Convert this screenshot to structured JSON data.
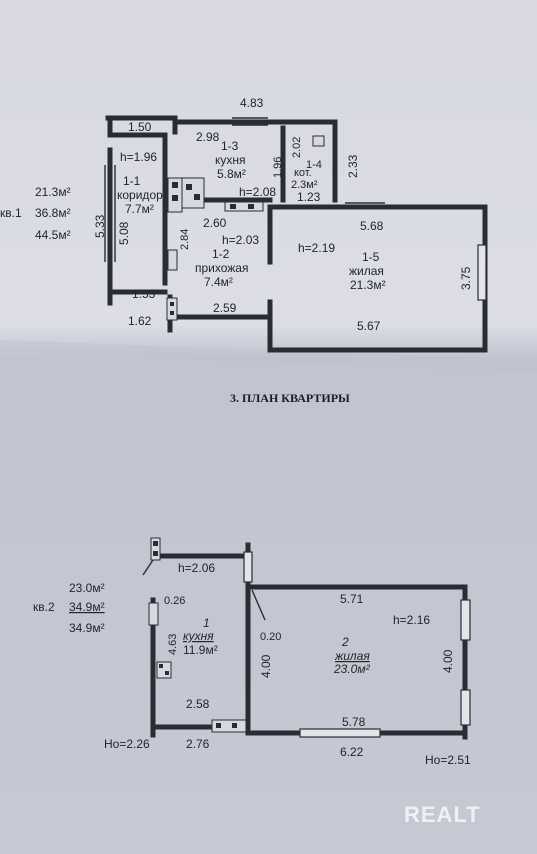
{
  "plan1": {
    "summary": {
      "area_living": "21.3м²",
      "apartment_label": "кв.1",
      "area_useful": "36.8м²",
      "area_total": "44.5м²"
    },
    "dimensions": {
      "d_483": "4.83",
      "d_150": "1.50",
      "d_298": "2.98",
      "d_202": "2.02",
      "d_233": "2.33",
      "d_196_left": "h=1.96",
      "d_196": "1.96",
      "d_533": "5.33",
      "d_508": "5.08",
      "d_123": "1.23",
      "d_260": "2.60",
      "d_284": "2.84",
      "d_568": "5.68",
      "d_375": "3.75",
      "d_153": "1.53",
      "d_162": "1.62",
      "d_259": "2.59",
      "d_567": "5.67"
    },
    "heights": {
      "h_208": "h=2.08",
      "h_203": "h=2.03",
      "h_219": "h=2.19"
    },
    "rooms": [
      {
        "number": "1-1",
        "name": "коридор",
        "area": "7.7м²"
      },
      {
        "number": "1-2",
        "name": "прихожая",
        "area": "7.4м²"
      },
      {
        "number": "1-3",
        "name": "кухня",
        "area": "5.8м²"
      },
      {
        "number": "1-4",
        "name": "кот.",
        "area": "2.3м²"
      },
      {
        "number": "1-5",
        "name": "жилая",
        "area": "21.3м²"
      }
    ]
  },
  "section_title": "3. ПЛАН КВАРТИРЫ",
  "plan2": {
    "summary": {
      "area_living": "23.0м²",
      "apartment_label": "кв.2",
      "area_useful": "34.9м²",
      "area_total": "34.9м²"
    },
    "dimensions": {
      "h_206": "h=2.06",
      "d_571": "5.71",
      "h_216": "h=2.16",
      "d_026": "0.26",
      "d_463": "4.63",
      "d_020": "0.20",
      "d_400_left": "4.00",
      "d_400_right": "4.00",
      "d_258": "2.58",
      "d_578": "5.78",
      "d_276": "2.76",
      "d_622": "6.22",
      "ho_226": "Ho=2.26",
      "ho_251": "Ho=2.51"
    },
    "rooms": [
      {
        "number": "1",
        "name": "кухня",
        "area": "11.9м²"
      },
      {
        "number": "2",
        "name": "жилая",
        "area": "23.0м²"
      }
    ]
  },
  "watermark": "REALT"
}
